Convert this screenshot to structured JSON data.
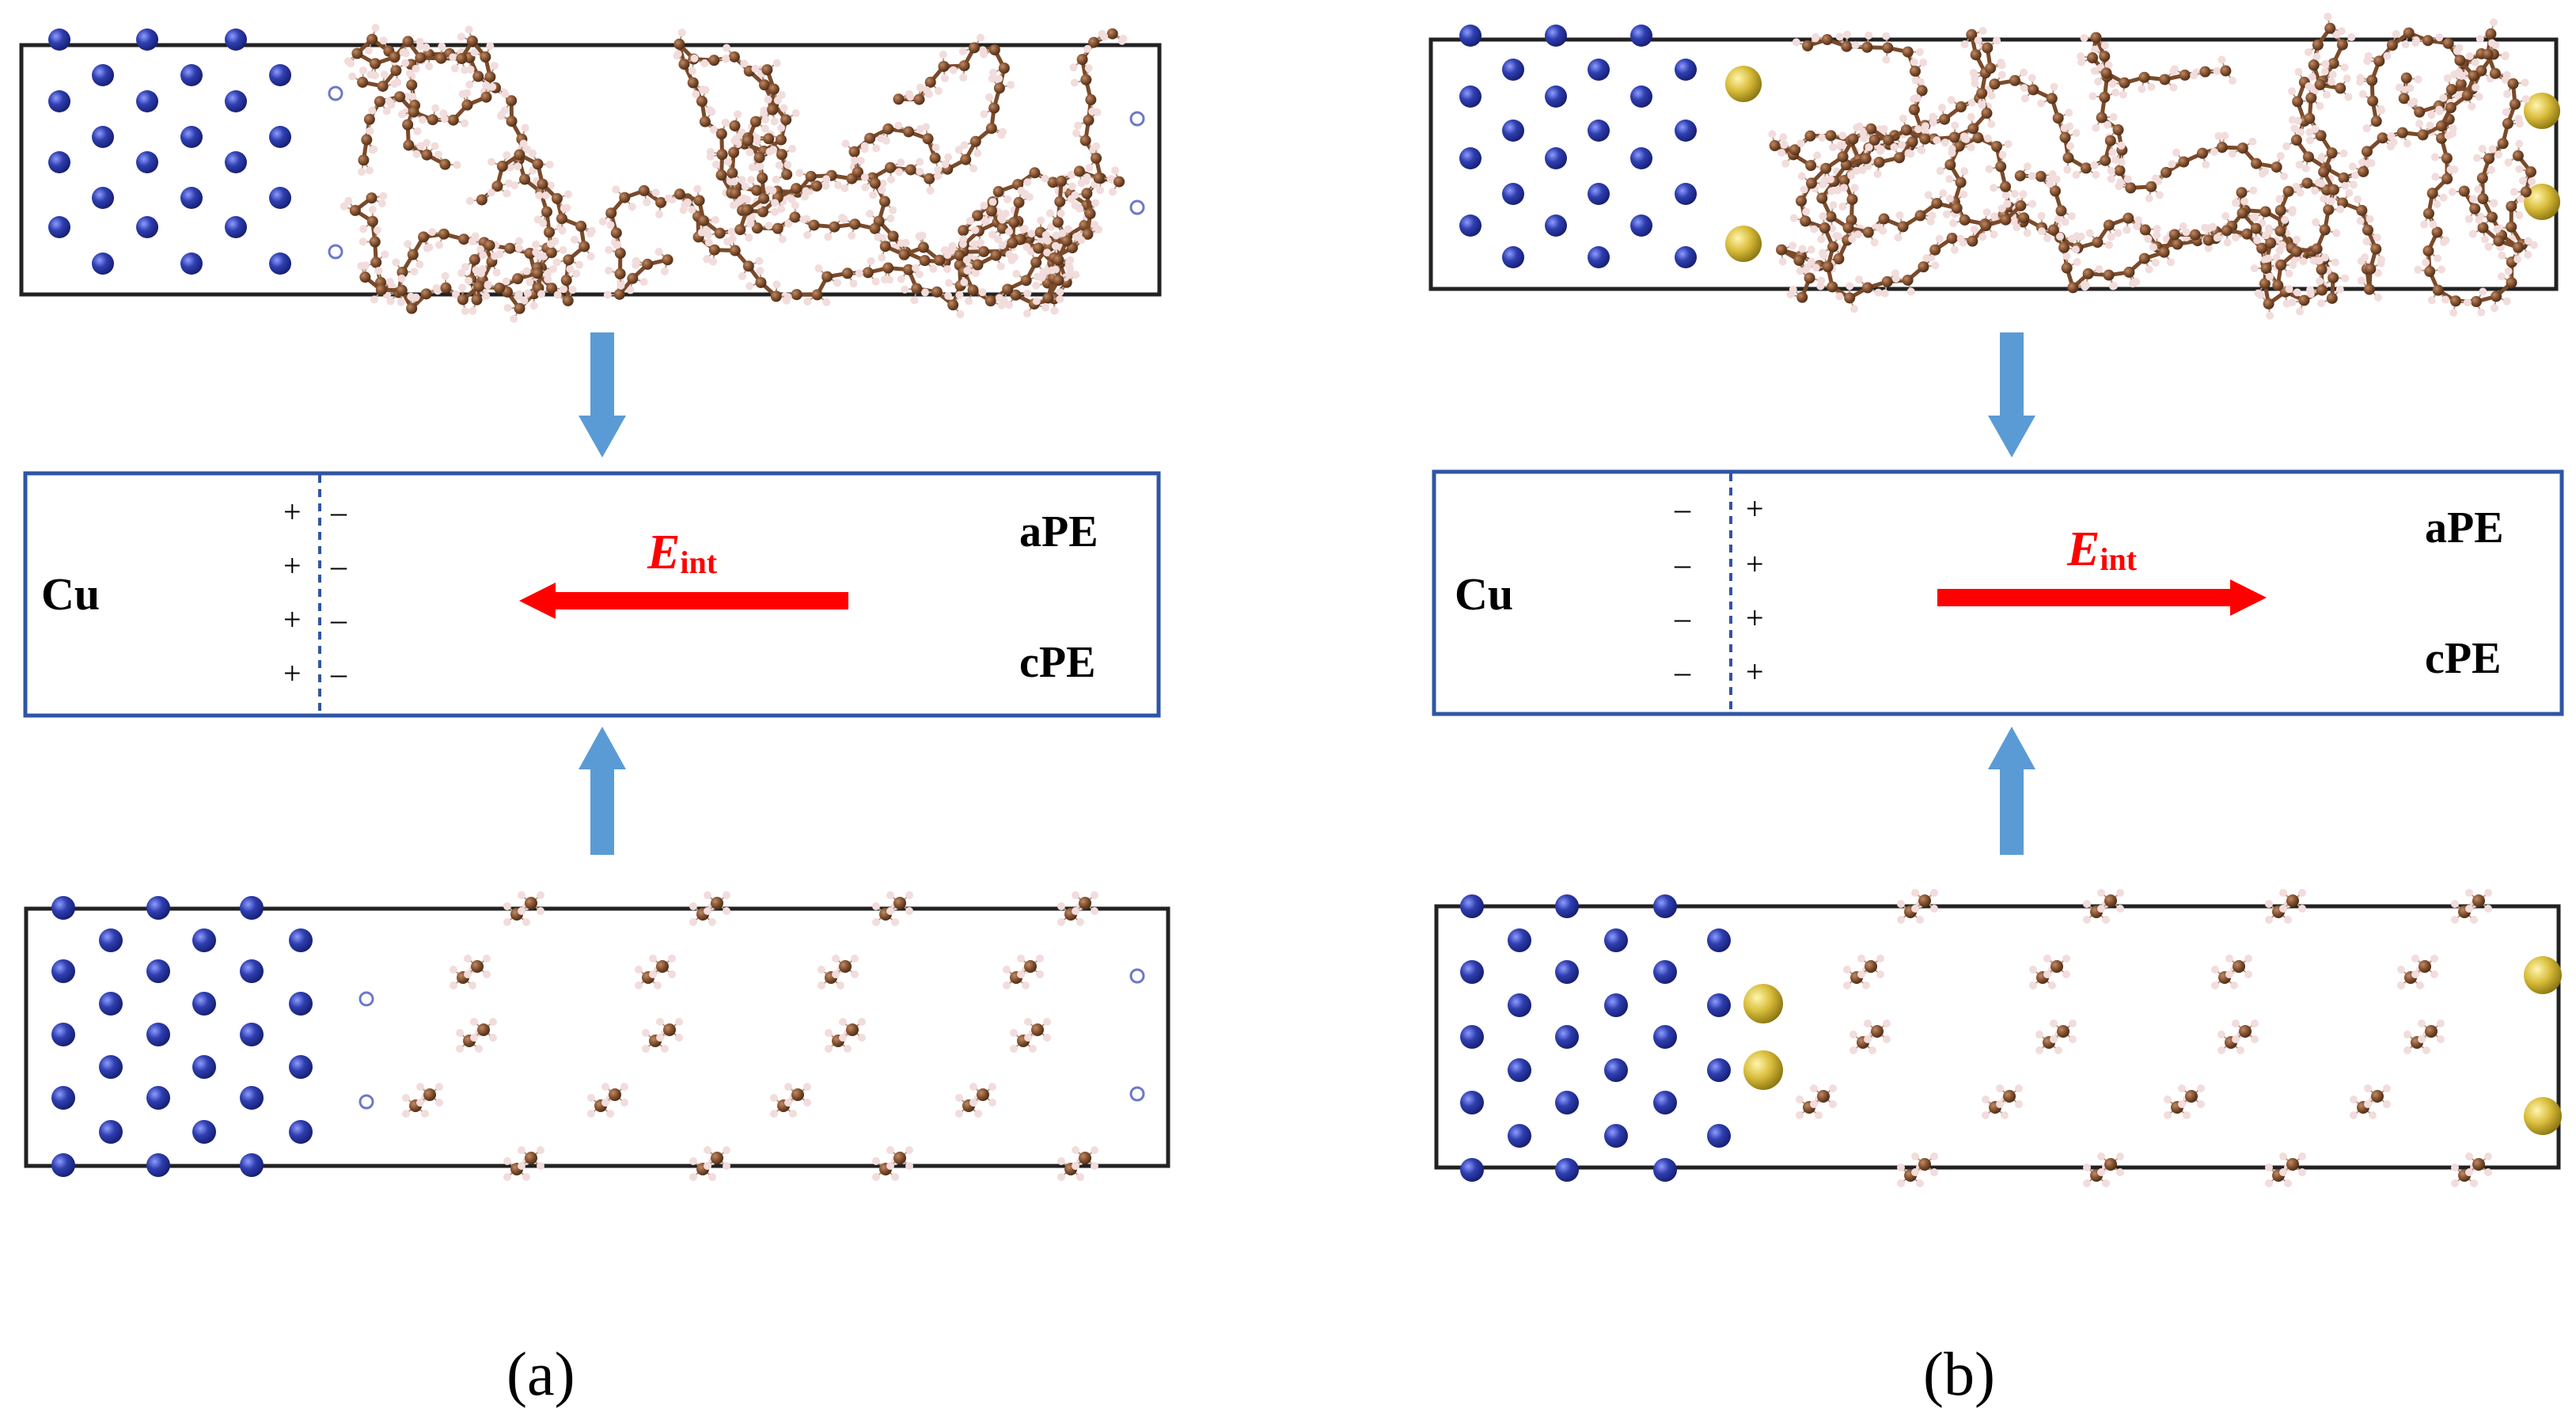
{
  "colors": {
    "copper": "#2f3fb0",
    "copper_edge": "#1b2580",
    "carbon": "#7a4a2a",
    "hydrogen": "#e9cfcf",
    "dopant": "#d9bd3c",
    "arrow_blue": "#5b9bd5",
    "field_red": "#ff0000",
    "box_border": "#2f55a4",
    "frame": "#222222"
  },
  "panels": [
    {
      "id": "a",
      "caption": "(a)",
      "label_metal": "Cu",
      "label_top": "aPE",
      "label_bottom": "cPE",
      "field_symbol": "E",
      "field_subscript": "int",
      "field_direction": "left",
      "charge_left": [
        "+",
        "+",
        "+",
        "+"
      ],
      "charge_right": [
        "–",
        "–",
        "–",
        "–"
      ],
      "has_dopant": false
    },
    {
      "id": "b",
      "caption": "(b)",
      "label_metal": "Cu",
      "label_top": "aPE",
      "label_bottom": "cPE",
      "field_symbol": "E",
      "field_subscript": "int",
      "field_direction": "right",
      "charge_left": [
        "–",
        "–",
        "–",
        "–"
      ],
      "charge_right": [
        "+",
        "+",
        "+",
        "+"
      ],
      "has_dopant": true
    }
  ]
}
